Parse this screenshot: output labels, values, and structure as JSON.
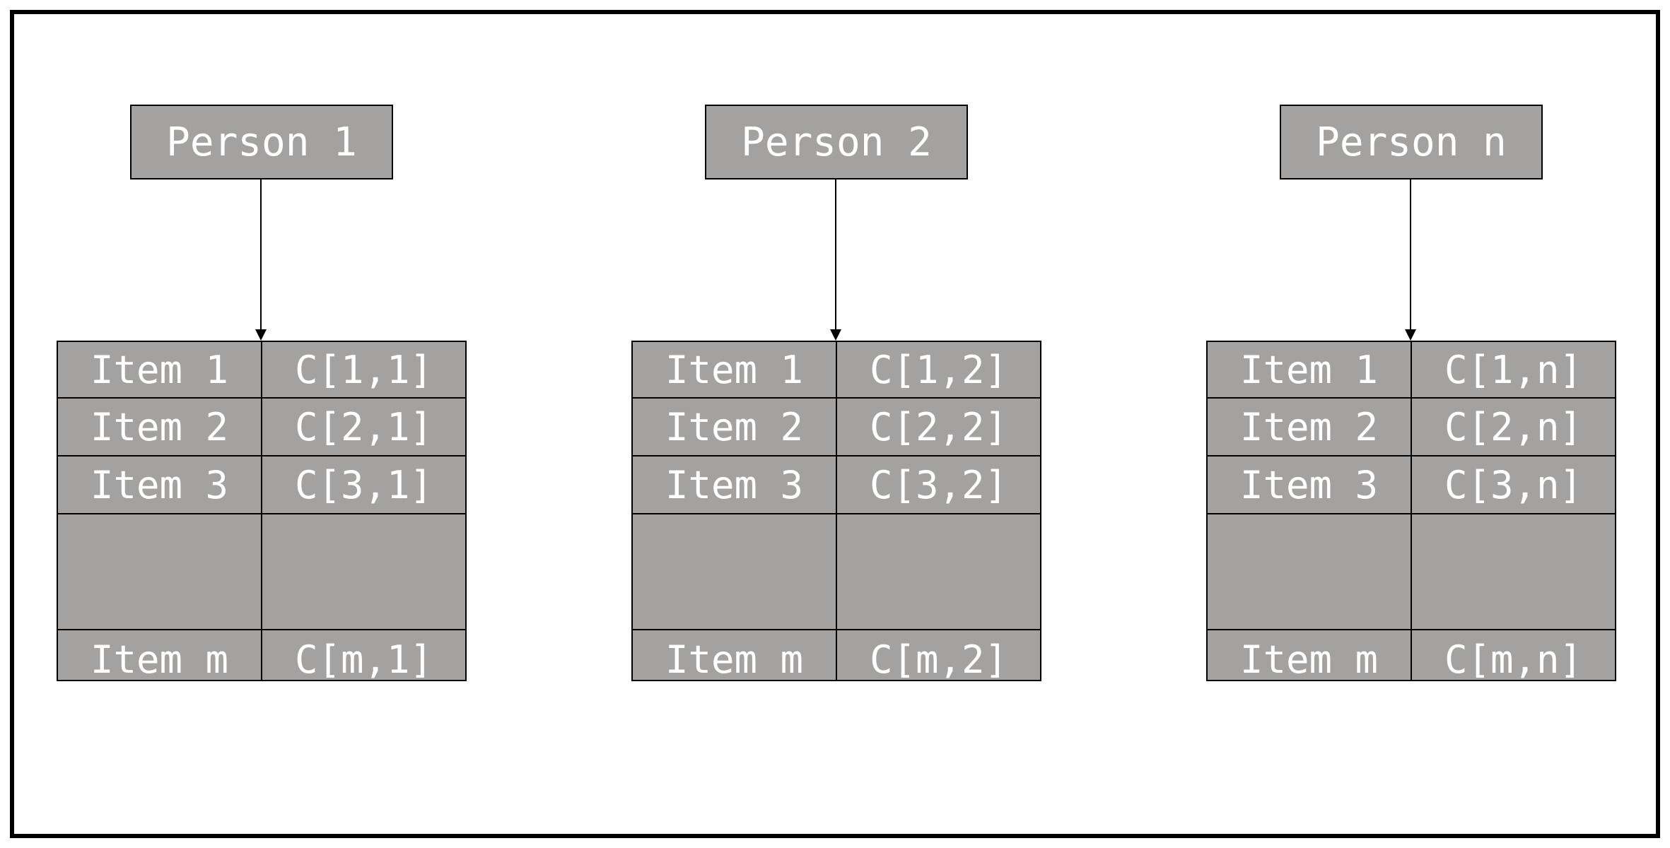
{
  "diagram": {
    "colors": {
      "box_fill": "#a3a2a1",
      "text": "#ffffff",
      "stroke": "#000000",
      "background": "#ffffff"
    },
    "groups": [
      {
        "person": "Person 1",
        "rows": [
          {
            "item": "Item 1",
            "value": "C[1,1]"
          },
          {
            "item": "Item 2",
            "value": "C[2,1]"
          },
          {
            "item": "Item 3",
            "value": "C[3,1]"
          },
          {
            "item": "",
            "value": ""
          },
          {
            "item": "Item m",
            "value": "C[m,1]"
          }
        ]
      },
      {
        "person": "Person 2",
        "rows": [
          {
            "item": "Item 1",
            "value": "C[1,2]"
          },
          {
            "item": "Item 2",
            "value": "C[2,2]"
          },
          {
            "item": "Item 3",
            "value": "C[3,2]"
          },
          {
            "item": "",
            "value": ""
          },
          {
            "item": "Item m",
            "value": "C[m,2]"
          }
        ]
      },
      {
        "person": "Person n",
        "rows": [
          {
            "item": "Item 1",
            "value": "C[1,n]"
          },
          {
            "item": "Item 2",
            "value": "C[2,n]"
          },
          {
            "item": "Item 3",
            "value": "C[3,n]"
          },
          {
            "item": "",
            "value": ""
          },
          {
            "item": "Item m",
            "value": "C[m,n]"
          }
        ]
      }
    ]
  }
}
